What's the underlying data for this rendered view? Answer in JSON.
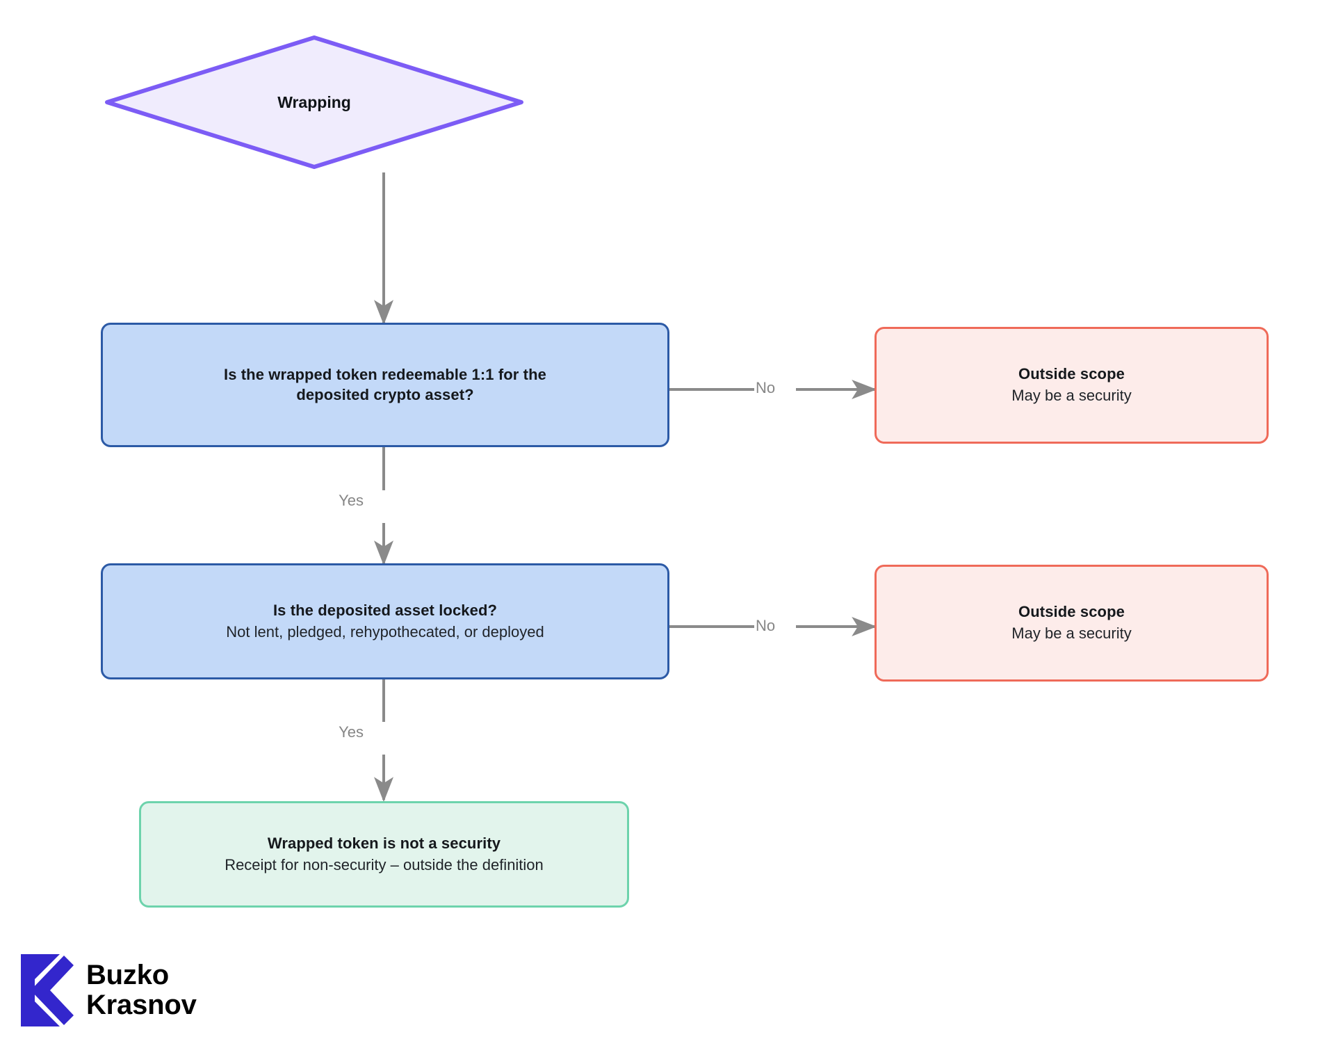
{
  "diagram": {
    "type": "flowchart",
    "title": "Wrapping",
    "orientation": "top-down",
    "colors": {
      "start_fill": "#f0ecfd",
      "start_stroke": "#7c5cf5",
      "decision_fill": "#c3d9f8",
      "decision_stroke": "#2c5aa6",
      "negative_fill": "#fdecea",
      "negative_stroke": "#ef6a59",
      "positive_fill": "#e2f4ec",
      "positive_stroke": "#6dd3ac",
      "edge_stroke": "#8a8a8a",
      "edge_label": "#868686",
      "logo_blue": "#3326cc"
    },
    "nodes": {
      "start": {
        "shape": "diamond",
        "label": "Wrapping"
      },
      "decision_1": {
        "shape": "rounded-rect",
        "title": "Is the wrapped token redeemable 1:1 for the",
        "title_line2": "deposited crypto asset?"
      },
      "outcome_1": {
        "shape": "rounded-rect",
        "title": "Outside scope",
        "sub": "May be a security"
      },
      "decision_2": {
        "shape": "rounded-rect",
        "title": "Is the deposited asset locked?",
        "sub": "Not lent, pledged, rehypothecated, or deployed"
      },
      "outcome_2": {
        "shape": "rounded-rect",
        "title": "Outside scope",
        "sub": "May be a security"
      },
      "outcome_final": {
        "shape": "rounded-rect",
        "title": "Wrapped token is not a security",
        "sub": "Receipt for non-security – outside the definition"
      }
    },
    "edges": [
      {
        "from": "start",
        "to": "decision_1",
        "label": ""
      },
      {
        "from": "decision_1",
        "to": "outcome_1",
        "label": "No"
      },
      {
        "from": "decision_1",
        "to": "decision_2",
        "label": "Yes"
      },
      {
        "from": "decision_2",
        "to": "outcome_2",
        "label": "No"
      },
      {
        "from": "decision_2",
        "to": "outcome_final",
        "label": "Yes"
      }
    ],
    "edge_labels": {
      "no_1": "No",
      "yes_1": "Yes",
      "no_2": "No",
      "yes_2": "Yes"
    }
  },
  "logo": {
    "mark": "buzko-krasnov-k-mark",
    "line1": "Buzko",
    "line2": "Krasnov"
  }
}
